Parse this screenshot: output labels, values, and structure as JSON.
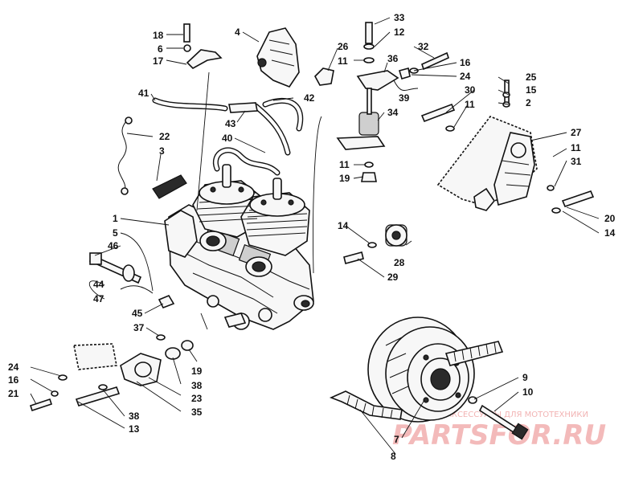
{
  "diagram": {
    "callouts": [
      "1",
      "2",
      "3",
      "4",
      "5",
      "6",
      "7",
      "8",
      "9",
      "10",
      "11",
      "12",
      "13",
      "14",
      "15",
      "16",
      "17",
      "18",
      "19",
      "20",
      "21",
      "22",
      "23",
      "24",
      "25",
      "26",
      "27",
      "28",
      "29",
      "30",
      "31",
      "32",
      "33",
      "34",
      "35",
      "36",
      "37",
      "38",
      "39",
      "40",
      "41",
      "42",
      "43",
      "44",
      "45",
      "46",
      "47"
    ],
    "labels": {
      "c33": "33",
      "c12": "12",
      "c32": "32",
      "c16a": "16",
      "c11a": "11",
      "c36": "36",
      "c24a": "24",
      "c18": "18",
      "c6": "6",
      "c17": "17",
      "c4": "4",
      "c26": "26",
      "c25": "25",
      "c15": "15",
      "c2": "2",
      "c30": "30",
      "c11b": "11",
      "c39": "39",
      "c41": "41",
      "c42": "42",
      "c43": "43",
      "c34": "34",
      "c22": "22",
      "c40": "40",
      "c3": "3",
      "c27": "27",
      "c11c": "11",
      "c31": "31",
      "c11d": "11",
      "c19a": "19",
      "c1": "1",
      "c14a": "14",
      "c5": "5",
      "c20": "20",
      "c14b": "14",
      "c46": "46",
      "c28": "28",
      "c29": "29",
      "c44": "44",
      "c47": "47",
      "c45": "45",
      "c37": "37",
      "c19b": "19",
      "c38a": "38",
      "c23": "23",
      "c24b": "24",
      "c16b": "16",
      "c21": "21",
      "c35": "35",
      "c38b": "38",
      "c13": "13",
      "c9": "9",
      "c10": "10",
      "c7": "7",
      "c8": "8"
    }
  },
  "watermark": {
    "subtitle": "АКСЕССУАРЫ ДЛЯ МОТОТЕХНИКИ",
    "brand": "PARTSFOR.RU"
  }
}
